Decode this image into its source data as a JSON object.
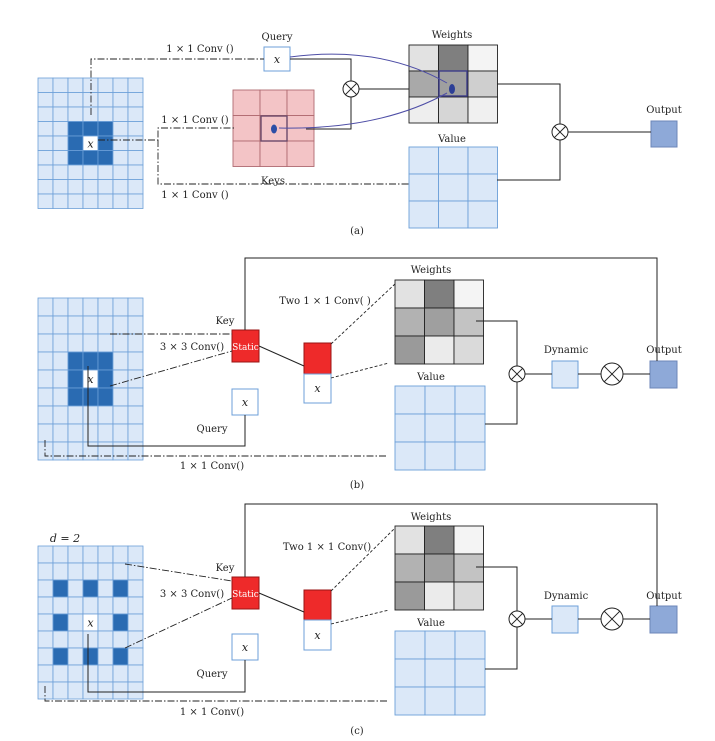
{
  "panels": [
    {
      "id": "a",
      "caption": "(a)",
      "query_label": "Query",
      "keys_label": "Keys",
      "weights_label": "Weights",
      "value_label": "Value",
      "output_label": "Output",
      "conv_top": "1 × 1 Conv ()",
      "conv_mid": "1 × 1  Conv ()",
      "conv_bot": "1 × 1  Conv ()",
      "x_symbol": "x",
      "weights_shades": [
        "#e2e2e2",
        "#7f7f7f",
        "#f4f4f4",
        "#a9a9a9",
        "#9f9f9f",
        "#cfcfcf",
        "#eeeeee",
        "#d6d6d6",
        "#f0f0f0"
      ]
    },
    {
      "id": "b",
      "caption": "(b)",
      "key_label": "Key",
      "query_label": "Query",
      "static_label": "Static",
      "conv_3x3": "3 × 3 Conv()",
      "two_conv": "Two 1 × 1 Conv( )",
      "conv_1x1": "1 × 1 Conv()",
      "weights_label": "Weights",
      "value_label": "Value",
      "dynamic_label": "Dynamic",
      "output_label": "Output",
      "x_symbol": "x",
      "weights_shades": [
        "#e2e2e2",
        "#7f7f7f",
        "#f4f4f4",
        "#b2b2b2",
        "#9f9f9f",
        "#c3c3c3",
        "#9a9a9a",
        "#ebebeb",
        "#dadada"
      ]
    },
    {
      "id": "c",
      "caption": "(c)",
      "dilation_label": "d = 2",
      "key_label": "Key",
      "query_label": "Query",
      "static_label": "Static",
      "conv_3x3": "3 × 3 Conv()",
      "two_conv": "Two 1 × 1 Conv()",
      "conv_1x1": "1 × 1 Conv()",
      "weights_label": "Weights",
      "value_label": "Value",
      "dynamic_label": "Dynamic",
      "output_label": "Output",
      "x_symbol": "x",
      "weights_shades": [
        "#e2e2e2",
        "#7f7f7f",
        "#f4f4f4",
        "#b2b2b2",
        "#9f9f9f",
        "#c3c3c3",
        "#9a9a9a",
        "#ebebeb",
        "#dadada"
      ]
    }
  ],
  "colors": {
    "grid_fill": "#dbe8f8",
    "grid_line": "#6c9fd8",
    "dark_cell": "#2a6bb2",
    "keys_fill": "#f3c4c6",
    "keys_line": "#b06a70",
    "static_red": "#ee2a2a",
    "output_fill": "#8ea9d8",
    "dynamic_fill": "#dbe8f8",
    "arrow_purple": "#4e4ea6"
  }
}
